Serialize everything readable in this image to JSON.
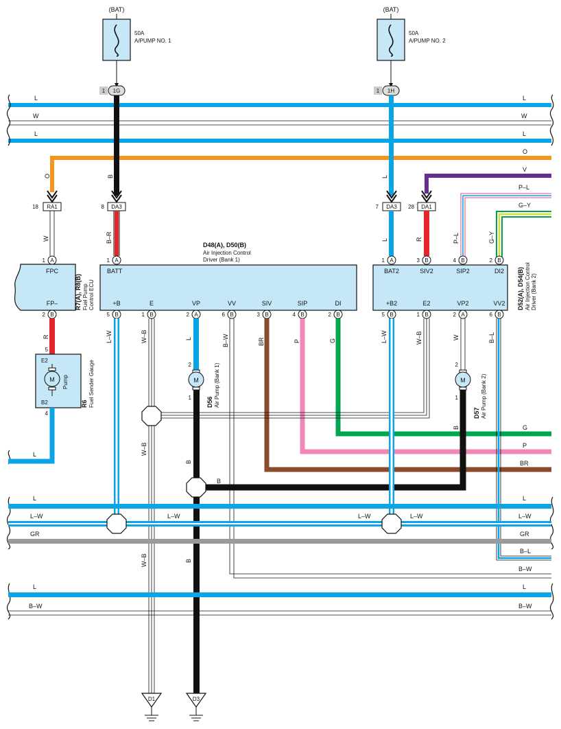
{
  "fuses": [
    {
      "source": "(BAT)",
      "rating": "50A",
      "name": "A/PUMP NO. 1",
      "pin": "1",
      "connector": "1G"
    },
    {
      "source": "(BAT)",
      "rating": "50A",
      "name": "A/PUMP NO. 2",
      "pin": "1",
      "connector": "1H"
    }
  ],
  "bus_wires": {
    "top": [
      "L",
      "W",
      "L",
      "O",
      "V",
      "P–L",
      "G–Y"
    ],
    "middle": [
      "G",
      "P",
      "BR",
      "B"
    ],
    "bottom": [
      "L",
      "L–W",
      "GR",
      "B–L",
      "B–W",
      "L",
      "B–W"
    ]
  },
  "connectors": [
    {
      "pin": "18",
      "id": "RA1"
    },
    {
      "pin": "8",
      "id": "DA3"
    },
    {
      "pin": "7",
      "id": "DA3"
    },
    {
      "pin": "28",
      "id": "DA1"
    }
  ],
  "ecu_bank1": {
    "id": "D48(A), D50(B)",
    "desc1": "Air Injection Control",
    "desc2": "Driver (Bank 1)",
    "top_pin": {
      "num": "1",
      "conn": "A",
      "name": "BATT",
      "wire": "B–R"
    },
    "bottom_pins": [
      {
        "num": "5",
        "conn": "B",
        "name": "+B",
        "wire": "L–W"
      },
      {
        "num": "1",
        "conn": "B",
        "name": "E",
        "wire": "W–B"
      },
      {
        "num": "2",
        "conn": "A",
        "name": "VP",
        "wire": "L"
      },
      {
        "num": "6",
        "conn": "B",
        "name": "VV",
        "wire": "B–W"
      },
      {
        "num": "3",
        "conn": "B",
        "name": "SIV",
        "wire": "BR"
      },
      {
        "num": "4",
        "conn": "B",
        "name": "SIP",
        "wire": "P"
      },
      {
        "num": "2",
        "conn": "B",
        "name": "DI",
        "wire": "G"
      }
    ]
  },
  "ecu_bank2": {
    "id": "D52(A), D54(B)",
    "desc1": "Air Injection Control",
    "desc2": "Driver (Bank 2)",
    "top_pins": [
      {
        "num": "1",
        "conn": "A",
        "name": "BAT2",
        "wire": "L"
      },
      {
        "num": "3",
        "conn": "B",
        "name": "SIV2",
        "wire": "R"
      },
      {
        "num": "4",
        "conn": "B",
        "name": "SIP2",
        "wire": "P–L"
      },
      {
        "num": "2",
        "conn": "B",
        "name": "DI2",
        "wire": "G–Y"
      }
    ],
    "bottom_pins": [
      {
        "num": "5",
        "conn": "B",
        "name": "+B2",
        "wire": "L–W"
      },
      {
        "num": "1",
        "conn": "B",
        "name": "E2",
        "wire": "W–B"
      },
      {
        "num": "2",
        "conn": "A",
        "name": "VP2",
        "wire": "W"
      },
      {
        "num": "6",
        "conn": "B",
        "name": "VV2",
        "wire": "B–L"
      }
    ]
  },
  "fuel_ecu": {
    "id": "R7(A), R8(B)",
    "desc1": "Fuel Pump",
    "desc2": "Control ECU",
    "top_pin": {
      "num": "1",
      "conn": "A",
      "name": "FPC",
      "wire": "W"
    },
    "bottom_pin": {
      "num": "2",
      "conn": "B",
      "name": "FP–",
      "wire": "R"
    },
    "o_wire": "O"
  },
  "pump_gauge": {
    "id": "R6",
    "desc": "Fuel Sender Gauge",
    "pump_label": "Pump",
    "motor": "M",
    "pin_top": "5",
    "pin_top_name": "E2",
    "pin_bottom": "4",
    "pin_bottom_name": "B2",
    "wire_out": "L"
  },
  "air_pump1": {
    "id": "D56",
    "desc": "Air Pump (Bank 1)",
    "motor": "M",
    "pin_top": "2",
    "pin_bottom": "1"
  },
  "air_pump2": {
    "id": "D57",
    "desc": "Air Pump (Bank 2)",
    "motor": "M",
    "pin_top": "2",
    "pin_bottom": "1"
  },
  "main_wires": {
    "b_fuse1": "B",
    "l_fuse2": "L",
    "v_wire": "V",
    "wb": "W–B",
    "b": "B",
    "lw": "L–W",
    "lw_right": "L–W"
  },
  "grounds": [
    "D1",
    "D3"
  ],
  "colors": {
    "L": "#0aa5e6",
    "O": "#f7941d",
    "V": "#6b2c91",
    "R": "#e4252b",
    "PK": "#ef87b7",
    "G": "#00a54f",
    "GY": "#d6e22c",
    "BR": "#8b4a2b",
    "GR": "#9a9a9a",
    "B": "#111111",
    "box": "#c5e7f7"
  }
}
